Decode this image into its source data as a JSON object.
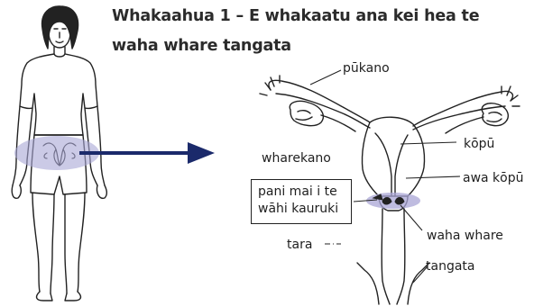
{
  "title": {
    "line1": "Whakaahua 1 – E whakaatu ana kei hea te",
    "line2": "waha whare tangata"
  },
  "labels": {
    "pukano": "pūkano",
    "wharekano": "wharekano",
    "kopu": "kōpū",
    "awa_kopu": "awa kōpū",
    "waha_whare": "waha whare",
    "tara": "tara",
    "tangata": "tangata"
  },
  "callout": {
    "line1": "pani mai i te",
    "line2": "wāhi kauruki"
  },
  "colors": {
    "arrow": "#1b2a6b",
    "highlight": "#a9a6d6",
    "ink": "#1f1f1f"
  }
}
